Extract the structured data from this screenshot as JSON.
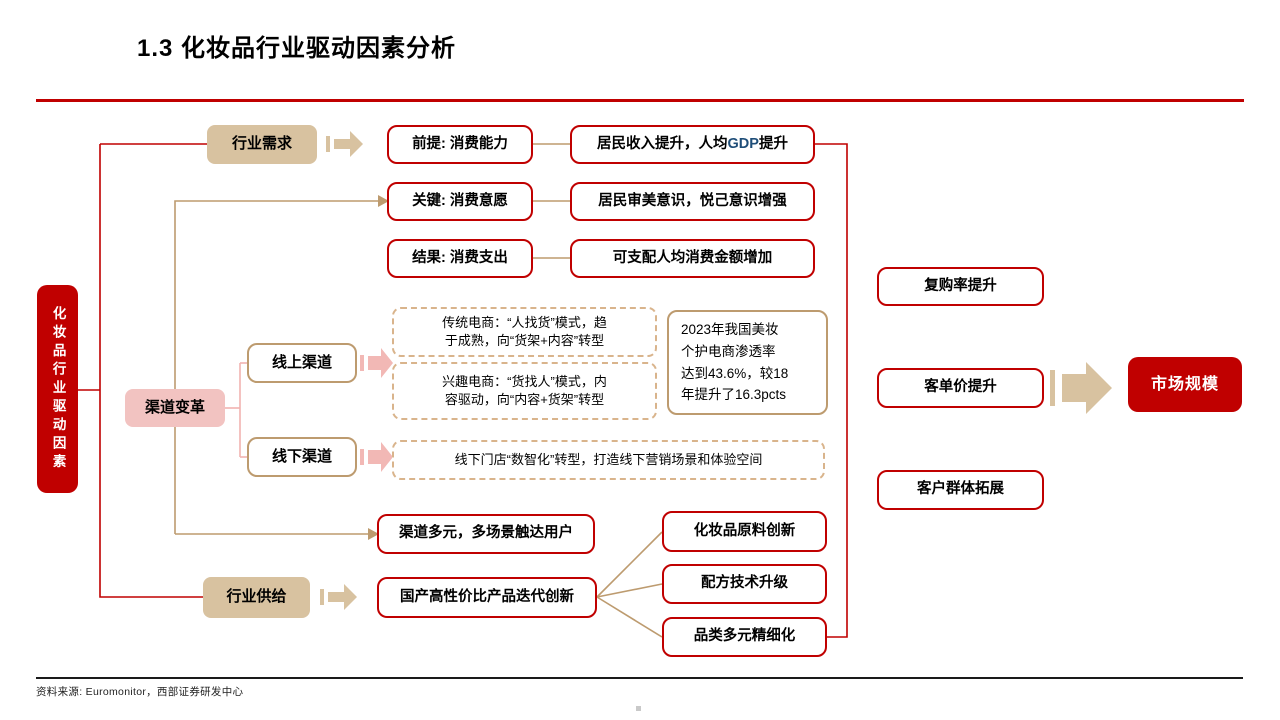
{
  "page": {
    "title": "1.3 化妆品行业驱动因素分析",
    "source": "资料来源: Euromonitor，西部证券研发中心"
  },
  "root_label": "化妆品行业驱动因素",
  "demand": {
    "branch": "行业需求",
    "rows": [
      {
        "left": "前提: 消费能力"
      },
      {
        "left": "关键: 消费意愿",
        "right": "居民审美意识，悦己意识增强"
      },
      {
        "left": "结果: 消费支出",
        "right": "可支配人均消费金额增加"
      }
    ],
    "row0_right": {
      "pre": "居民收入提升，人均",
      "em": "GDP",
      "post": "提升"
    }
  },
  "channel": {
    "branch": "渠道变革",
    "online": {
      "label": "线上渠道"
    },
    "offline": {
      "label": "线下渠道"
    },
    "online_notes": [
      "传统电商：“人找货”模式，趋\n于成熟，向“货架+内容”转型",
      "兴趣电商：“货找人”模式，内\n容驱动，向“内容+货架”转型"
    ],
    "offline_note": "线下门店“数智化”转型，打造线下营销场景和体验空间",
    "stat": "2023年我国美妆\n个护电商渗透率\n达到43.6%，较18\n年提升了16.3pcts"
  },
  "supply": {
    "branch": "行业供给",
    "multi_channel": "渠道多元，多场景触达用户",
    "core": "国产高性价比产品迭代创新",
    "innovations": [
      "化妆品原料创新",
      "配方技术升级",
      "品类多元精细化"
    ]
  },
  "outcomes": [
    "复购率提升",
    "客单价提升",
    "客户群体拓展"
  ],
  "result": "市场规模",
  "colors": {
    "red": "#C00000",
    "tan_fill": "#D8C2A0",
    "tan_line": "#BD9B6F",
    "pink_fill": "#F2C3C1",
    "pink_line": "#F1B3B1",
    "gdp_blue": "#1F4E79"
  }
}
